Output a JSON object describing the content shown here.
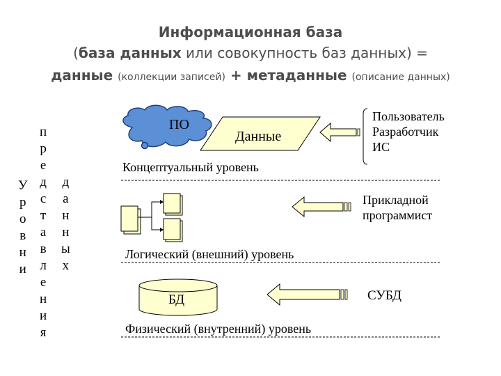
{
  "title": {
    "line1": "Информационная база",
    "line2_open": "(",
    "line2_bold": "база данных",
    "line2_rest": " или совокупность баз данных) =",
    "line3_data": "данные ",
    "line3_data_note": "(коллекции записей)",
    "line3_plus": " + ",
    "line3_meta": "метаданные ",
    "line3_meta_note": "(описание данных)"
  },
  "vertical": {
    "urovni": [
      "У",
      "р",
      "о",
      "в",
      "н",
      "и"
    ],
    "predstavleniya": [
      "п",
      "р",
      "е",
      "д",
      "с",
      "т",
      "а",
      "в",
      "л",
      "е",
      "н",
      "и",
      "я"
    ],
    "dannyh": [
      "д",
      "а",
      "н",
      "н",
      "ы",
      "х"
    ]
  },
  "diagram": {
    "cloud_label": "ПО",
    "data_label": "Данные",
    "db_label": "БД"
  },
  "users": {
    "conceptual": [
      "Пользователь",
      "Разработчик",
      "ИС"
    ],
    "logical": [
      "Прикладной",
      "программист"
    ],
    "physical": "СУБД"
  },
  "levels": {
    "conceptual": "Концептуальный уровень",
    "logical": "Логический (внешний) уровень",
    "physical": "Физический (внутренний) уровень"
  },
  "colors": {
    "title_text": "#4d4d4d",
    "cloud_fill": "#5b8fd6",
    "box_fill": "#ffffd0",
    "dashed_line": "#000000"
  }
}
